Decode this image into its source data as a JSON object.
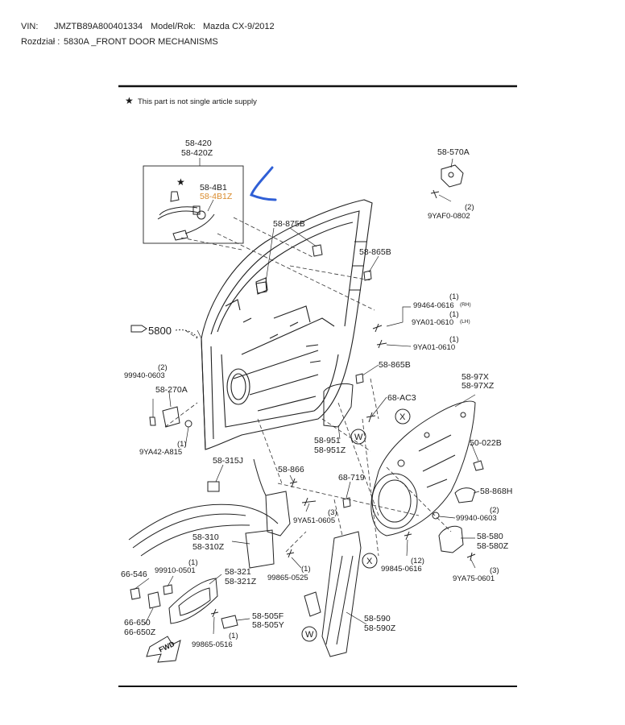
{
  "header": {
    "vin_label": "VIN:",
    "vin_value": "JMZTB89A800401334",
    "model_label": "Model/Rok:",
    "model_value": "Mazda CX-9/2012",
    "section_label": "Rozdział :",
    "section_value": "5830A _FRONT DOOR MECHANISMS"
  },
  "legend": {
    "star": "★",
    "note": "This part is not single article supply"
  },
  "ref_code": "5800",
  "colors": {
    "highlight": "#d98a2b",
    "annotation": "#2f5fd6"
  },
  "parts": {
    "p58_420": [
      "58-420",
      "58-420Z"
    ],
    "p58_4B1": "58-4B1",
    "p58_4B1Z": "58-4B1Z",
    "p58_570A": "58-570A",
    "p9YAF0": [
      "(2)",
      "9YAF0-0802"
    ],
    "p58_875B": "58-875B",
    "p58_865B_a": "58-865B",
    "p99464": [
      "(1)",
      "99464-0616",
      "(RH)"
    ],
    "p9YA01_lh": [
      "(1)",
      "9YA01-0610",
      "(LH)"
    ],
    "p9YA01": [
      "(1)",
      "9YA01-0610"
    ],
    "p58_865B_b": "58-865B",
    "p99940_a": [
      "(2)",
      "99940-0603"
    ],
    "p58_270A": "58-270A",
    "p9YA42": [
      "(1)",
      "9YA42-A815"
    ],
    "p58_AC3": "68-AC3",
    "p58_951": [
      "58-951",
      "58-951Z"
    ],
    "p58_97X": [
      "58-97X",
      "58-97XZ"
    ],
    "p50_022B": "50-022B",
    "p58_315J": "58-315J",
    "p58_866": "58-866",
    "p68_719": "68-719",
    "p58_868H": "58-868H",
    "p99940_b": [
      "(2)",
      "99940-0603"
    ],
    "p9YA51": [
      "(3)",
      "9YA51-0605"
    ],
    "p58_310": [
      "58-310",
      "58-310Z"
    ],
    "p99865_0525": [
      "(1)",
      "99865-0525"
    ],
    "p58_580": [
      "58-580",
      "58-580Z"
    ],
    "p99845": [
      "(12)",
      "99845-0616"
    ],
    "p9YA75": [
      "(3)",
      "9YA75-0601"
    ],
    "p66_546": "66-546",
    "p99910": [
      "(1)",
      "99910-0501"
    ],
    "p58_321": [
      "58-321",
      "58-321Z"
    ],
    "p66_650": [
      "66-650",
      "66-650Z"
    ],
    "p58_505F": [
      "58-505F",
      "58-505Y"
    ],
    "p99865_0516": [
      "(1)",
      "99865-0516"
    ],
    "p58_590": [
      "58-590",
      "58-590Z"
    ],
    "fwd": "FWD",
    "x1": "X",
    "x2": "X",
    "w1": "W",
    "w2": "W"
  }
}
